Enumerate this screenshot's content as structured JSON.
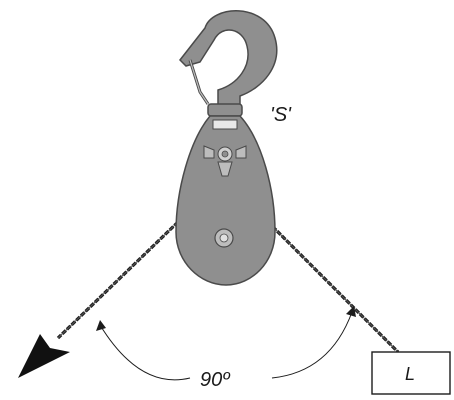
{
  "labels": {
    "load_factor": "'S'",
    "angle": "90º",
    "load": "L"
  },
  "colors": {
    "block_fill": "#8f8f8f",
    "block_stroke": "#4a4a4a",
    "line": "#1c1c1c",
    "background": "#ffffff"
  }
}
